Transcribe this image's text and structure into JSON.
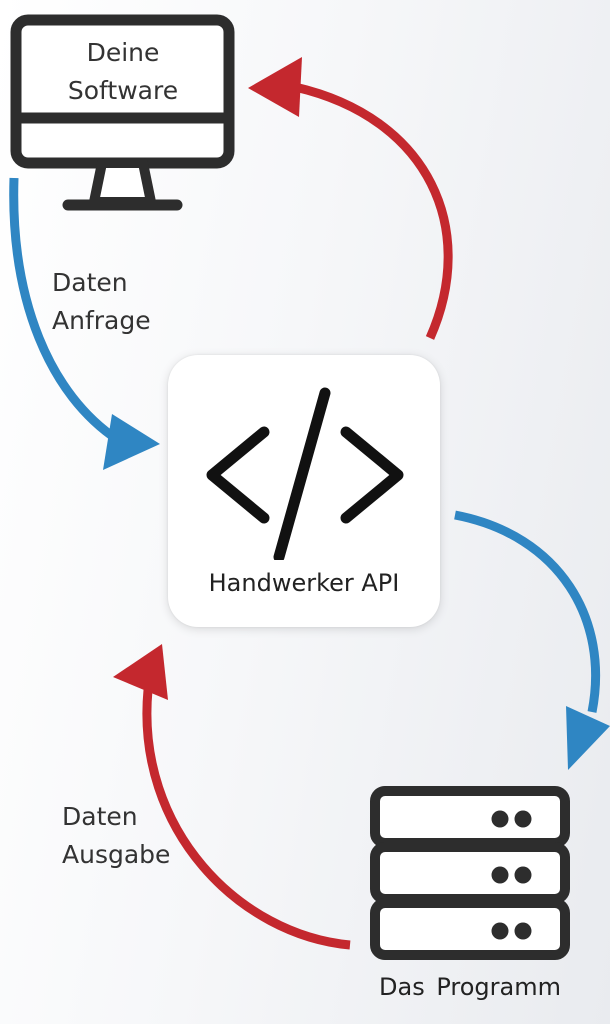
{
  "nodes": {
    "software": {
      "line1": "Deine",
      "line2": "Software"
    },
    "api": {
      "title": "Handwerker API"
    },
    "program": {
      "title": "Das Programm"
    }
  },
  "flows": {
    "request": {
      "line1": "Daten",
      "line2": "Anfrage"
    },
    "output": {
      "line1": "Daten",
      "line2": "Ausgabe"
    }
  },
  "colors": {
    "request_arrow": "#2f86c3",
    "response_arrow": "#c4282e",
    "icon_dark": "#2d2d2d"
  },
  "icons": {
    "software": "monitor-icon",
    "api": "code-icon",
    "program": "server-icon"
  }
}
